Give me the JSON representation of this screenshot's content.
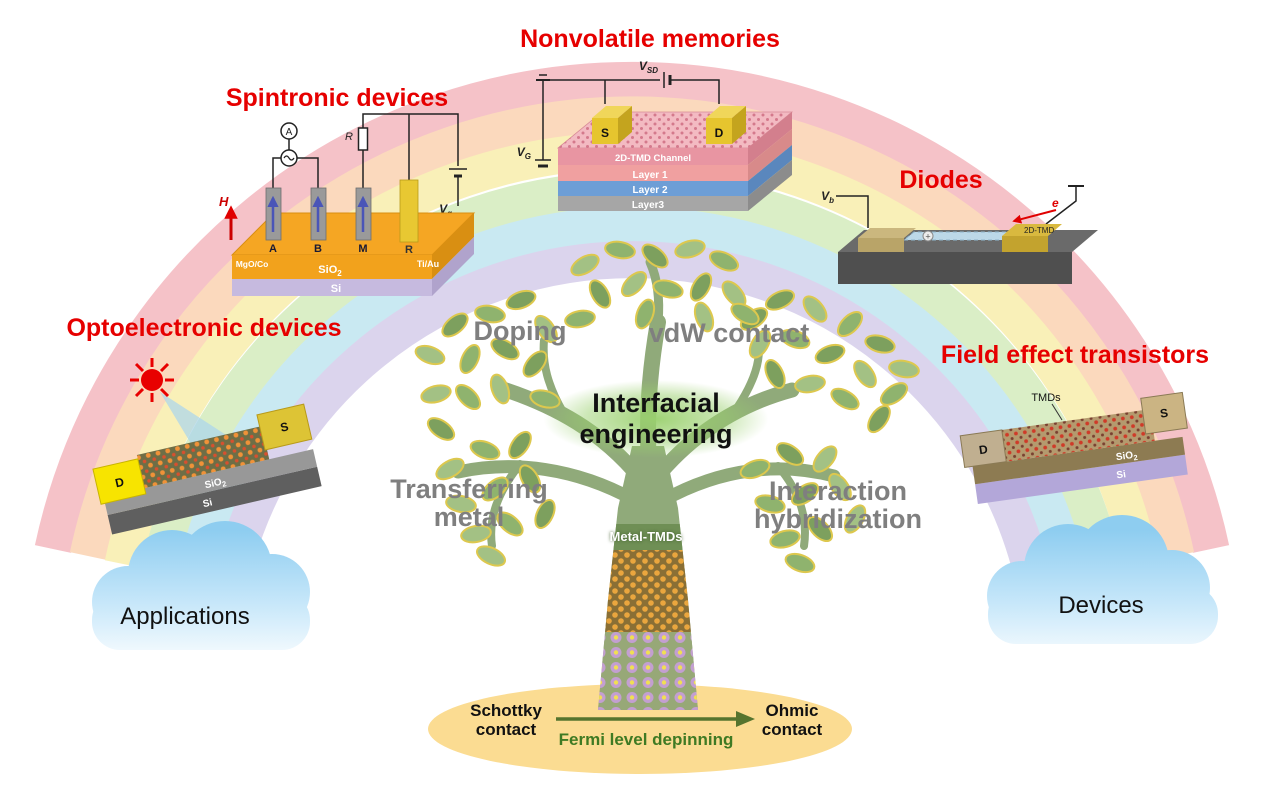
{
  "headings": {
    "nonvolatile": "Nonvolatile memories",
    "spintronic": "Spintronic devices",
    "diodes": "Diodes",
    "optoelectronic": "Optoelectronic devices",
    "fet": "Field effect transistors"
  },
  "clouds": {
    "left": "Applications",
    "right": "Devices"
  },
  "tree": {
    "doping": "Doping",
    "vdw_contact": "vdW contact",
    "interfacial": {
      "line1": "Interfacial",
      "line2": "engineering"
    },
    "transferring": {
      "line1": "Transferring",
      "line2": "metal"
    },
    "interaction": {
      "line1": "Interaction",
      "line2": "hybridization"
    },
    "trunk_label": "Metal-TMDs"
  },
  "bottom_banner": {
    "schottky": {
      "line1": "Schottky",
      "line2": "contact"
    },
    "ohmic": {
      "line1": "Ohmic",
      "line2": "contact"
    },
    "fermi_label": "Fermi level depinning"
  },
  "spintronic_device": {
    "h_field": "H",
    "electrode_a": "A",
    "electrode_b": "B",
    "electrode_m": "M",
    "electrode_r": "R",
    "mgo_co": "MgO/Co",
    "ti_au": "Ti/Au",
    "sio2_base": "SiO",
    "sio2_sub": "2",
    "si": "Si",
    "ammeter": "A",
    "resistor": "R",
    "vg_base": "V",
    "vg_sub": "g"
  },
  "memory_device": {
    "vsd_base": "V",
    "vsd_sub": "SD",
    "vg_base": "V",
    "vg_sub": "G",
    "source": "S",
    "drain": "D",
    "channel": "2D-TMD Channel",
    "layer1": "Layer 1",
    "layer2": "Layer 2",
    "layer3": "Layer3"
  },
  "diode_device": {
    "vb_base": "V",
    "vb_sub": "b",
    "electron": "e",
    "hole": "+",
    "tmd": "2D-TMD"
  },
  "opto_device": {
    "drain": "D",
    "source": "S",
    "sio2_base": "SiO",
    "sio2_sub": "2",
    "si": "Si"
  },
  "fet_device": {
    "tmds": "TMDs",
    "source": "S",
    "drain": "D",
    "sio2_base": "SiO",
    "sio2_sub": "2",
    "si": "Si"
  },
  "colors": {
    "heading_red": "#e60000",
    "tree_label_gray": "#7f7f7f",
    "fermi_green": "#3f7a23",
    "trunk_green": "#90aa7a",
    "leaf_green": "#a3c184",
    "leaf_outline": "#ddc84e",
    "banner_yellow": "#fbdc92",
    "cloud_blue": "#8ecdf0",
    "rainbow_bands": [
      "#f5c2c8",
      "#fbd9bd",
      "#f9f0b8",
      "#daeec6",
      "#c9e9f2",
      "#dbd4ed"
    ]
  }
}
